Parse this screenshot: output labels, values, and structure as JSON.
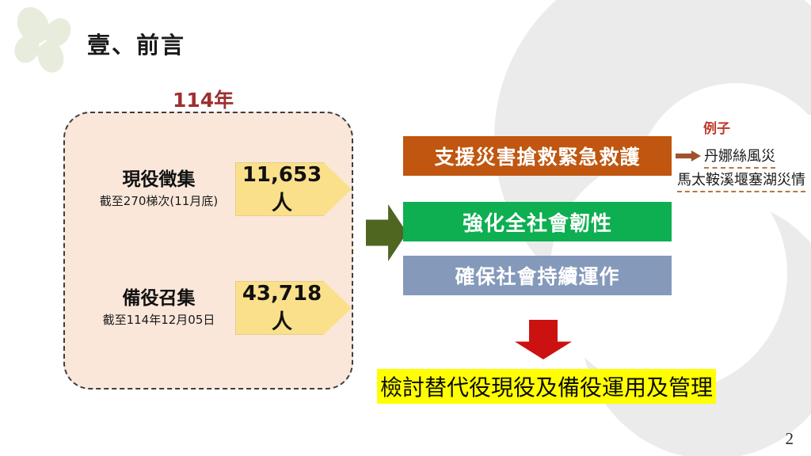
{
  "slide": {
    "title": "壹、前言",
    "page_number": "2"
  },
  "left_panel": {
    "year_label": "114年",
    "stats": [
      {
        "title": "現役徵集",
        "subtitle": "截至270梯次(11月底)",
        "value": "11,653人"
      },
      {
        "title": "備役召集",
        "subtitle": "截至114年12月05日",
        "value": "43,718人"
      }
    ]
  },
  "missions": [
    {
      "label": "支援災害搶救緊急救護",
      "color": "#c0560f"
    },
    {
      "label": "強化全社會韌性",
      "color": "#0daf51"
    },
    {
      "label": "確保社會持續運作",
      "color": "#8599ba"
    }
  ],
  "example_callout": {
    "title": "例子",
    "items": [
      "丹娜絲風災",
      "馬太鞍溪堰塞湖災情"
    ]
  },
  "conclusion": {
    "text": "檢討替代役現役及備役運用及管理",
    "highlight_color": "#ffff00"
  },
  "icons": {
    "clover": "clover-logo",
    "connector": "right-arrow-icon",
    "down_arrow": "down-arrow-icon",
    "example_arrow": "small-right-arrow-icon"
  }
}
